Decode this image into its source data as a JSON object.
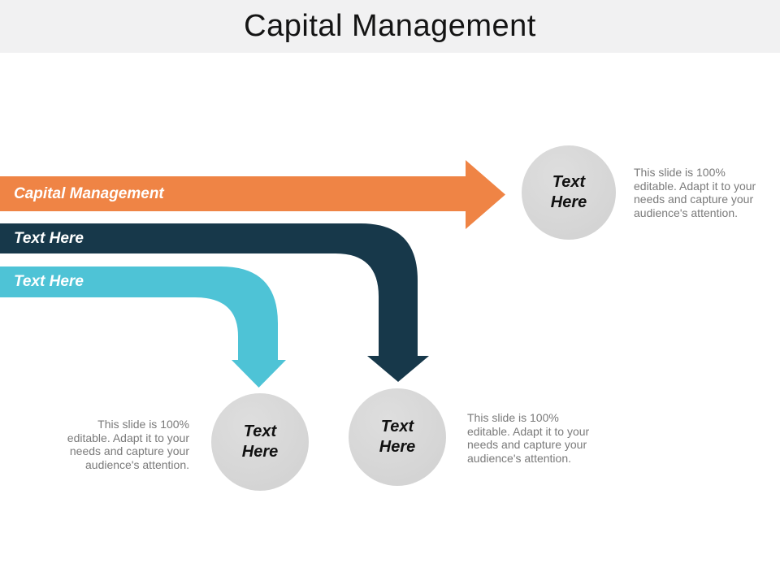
{
  "slide": {
    "title": "Capital Management"
  },
  "colors": {
    "header_bg": "#f1f1f2",
    "orange": "#ef8445",
    "navy": "#17384a",
    "teal": "#4ec3d6",
    "circle_fill": "#d8d8d8",
    "band_label_text": "#ffffff",
    "body_text": "#7a7a7a",
    "title_text": "#141414"
  },
  "arrows": [
    {
      "label": "Capital Management",
      "color": "#ef8445",
      "shape": "right-arrow"
    },
    {
      "label": "Text Here",
      "color": "#17384a",
      "shape": "bend-down-arrow"
    },
    {
      "label": "Text Here",
      "color": "#4ec3d6",
      "shape": "bend-down-arrow"
    }
  ],
  "circles": [
    {
      "label": "Text\nHere"
    },
    {
      "label": "Text\nHere"
    },
    {
      "label": "Text\nHere"
    }
  ],
  "descriptions": [
    {
      "text": "This slide is 100%\neditable. Adapt it to your\nneeds and capture your\naudience's attention."
    },
    {
      "text": "This slide is 100%\neditable. Adapt it to your\nneeds and capture your\naudience's attention."
    },
    {
      "text": "This slide is 100%\neditable. Adapt it to your\nneeds and capture your\naudience's attention."
    }
  ]
}
